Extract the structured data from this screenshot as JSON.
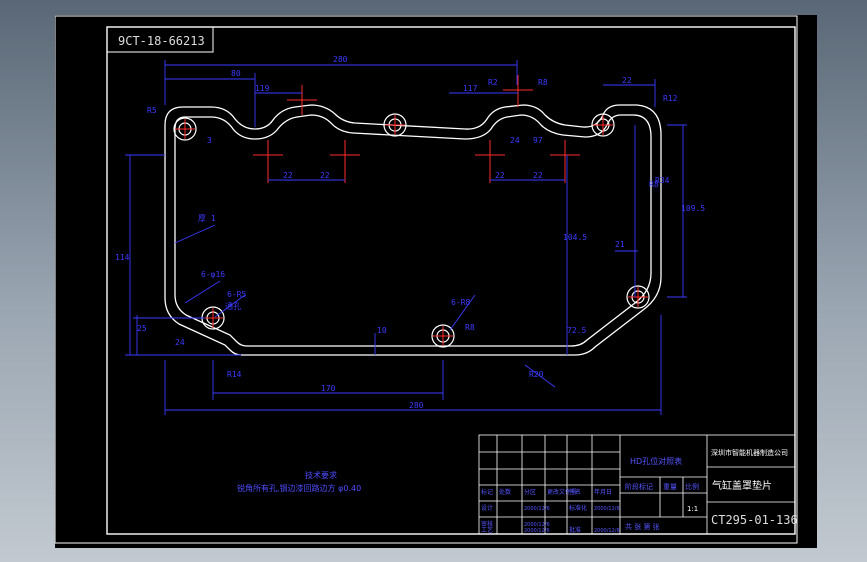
{
  "drawing": {
    "number_box": "9CT-18-66213",
    "tech_req_title": "技术要求",
    "tech_req_text": "锐角所有孔,钢边漆回路边方 φ0.40",
    "dimensions": {
      "overall_top": "280",
      "left_top": "80",
      "top_119": "119",
      "top_117": "117",
      "top_r2": "R2",
      "top_r8": "R8",
      "right_22": "22",
      "top_left_r5": "R5",
      "top_right_r12": "R12",
      "left_side_3": "3",
      "d22_a": "22",
      "d22_b": "22",
      "d22_c": "22",
      "d22_d": "22",
      "d24": "24",
      "d97": "97",
      "r8_right": "R8",
      "right_109_5": "109.5",
      "left_114": "114",
      "thickness_label": "厚 1",
      "mid_104_5": "104.5",
      "d21": "21",
      "d6_phi": "6-φ16",
      "d6_r5": "6-R5",
      "thru_hole": "通孔",
      "d6_r8": "6-R8",
      "d25": "25",
      "d24_bottom": "24",
      "d10": "10",
      "d6_r8b": "R8",
      "r14": "R14",
      "d72_5": "72.5",
      "r20": "R20",
      "bottom_170": "170",
      "bottom_280": "280",
      "r34": "R34"
    }
  },
  "title_block": {
    "company": "深圳市智能机器制造公司",
    "subtitle": "HD孔位对照表",
    "part_name": "气缸盖罩垫片",
    "drawing_no": "CT295-01-136",
    "scale": "1:1",
    "rows": [
      {
        "a": "标记",
        "b": "处数",
        "c": "分区",
        "d": "更改文件号",
        "e": "签名",
        "f": "年月日"
      },
      {
        "a": "设计",
        "b": "",
        "c": "2000/12/6",
        "d": "标准化",
        "e": "",
        "f": "2000/12/6"
      },
      {
        "a": "审核",
        "b": "",
        "c": "2000/12/6",
        "d": "",
        "e": "",
        "f": ""
      },
      {
        "a": "工艺",
        "b": "",
        "c": "2000/12/6",
        "d": "批准",
        "e": "",
        "f": "2000/12/6"
      }
    ],
    "labels": {
      "stage": "阶段标记",
      "weight": "重量",
      "ratio": "比例",
      "sheet": "共 张 第 张"
    }
  },
  "colors": {
    "line": "#ffffff",
    "dim": "#3b3bff",
    "center": "#ff2a2a",
    "background": "#000000"
  }
}
